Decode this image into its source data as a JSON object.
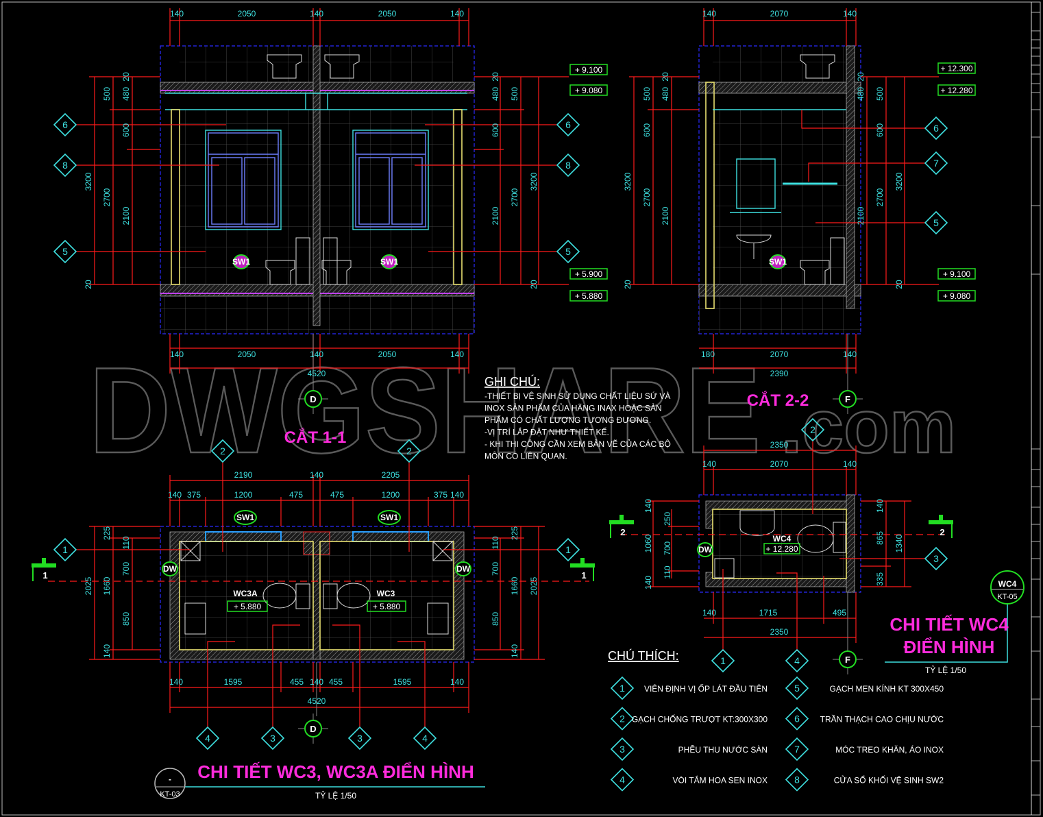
{
  "watermark": {
    "main": "DWGSHARE",
    "suffix": ".com"
  },
  "section_1_1": {
    "title": "CẮT 1-1",
    "grid": "D",
    "window_tags": [
      "SW1",
      "SW1"
    ],
    "top_dims": [
      "140",
      "2050",
      "140",
      "2050",
      "140"
    ],
    "bottom_dims": [
      "140",
      "2050",
      "140",
      "2050",
      "140"
    ],
    "total": "4520",
    "left_dims": [
      "500",
      "480",
      "20",
      "600",
      "2700",
      "3200",
      "2100",
      "20"
    ],
    "right_dims": [
      "480",
      "500",
      "20",
      "600",
      "2700",
      "3200",
      "2100",
      "20"
    ],
    "elevations": [
      "+ 9.100",
      "+ 9.080",
      "+ 5.900",
      "+ 5.880"
    ],
    "tags_left": [
      "6",
      "8",
      "5"
    ],
    "tags_right": [
      "6",
      "8",
      "5"
    ]
  },
  "section_2_2": {
    "title": "CẮT 2-2",
    "grid": "F",
    "window_tag": "SW1",
    "top_dims": [
      "140",
      "2070",
      "140"
    ],
    "bottom_dims": [
      "180",
      "2070",
      "140"
    ],
    "total": "2390",
    "left_dims": [
      "500",
      "480",
      "20",
      "600",
      "2700",
      "3200",
      "2100",
      "20"
    ],
    "right_dims": [
      "480",
      "500",
      "20",
      "600",
      "2700",
      "3200",
      "2100",
      "20"
    ],
    "elevations": [
      "+ 12.300",
      "+ 12.280",
      "+ 9.100",
      "+ 9.080"
    ],
    "tags": [
      "6",
      "7",
      "5"
    ]
  },
  "plan_wc3": {
    "title": "CHI TIẾT WC3, WC3A ĐIỂN HÌNH",
    "scale": "TỶ LỆ 1/50",
    "ref_top": "-",
    "ref_sheet": "KT-03",
    "grid": [
      "D",
      "D"
    ],
    "top_dims_1": [
      "2190",
      "140",
      "2205"
    ],
    "top_dims_2": [
      "140",
      "375",
      "1200",
      "475",
      "475",
      "1200",
      "375",
      "140"
    ],
    "left_dims": [
      "2025",
      "225",
      "1660",
      "140",
      "110",
      "700",
      "850"
    ],
    "right_dims": [
      "2025",
      "225",
      "1660",
      "140",
      "110",
      "700",
      "850"
    ],
    "bottom_dims": [
      "140",
      "1595",
      "455",
      "140",
      "455",
      "1595",
      "140"
    ],
    "total": "4520",
    "rooms": [
      "WC3A",
      "WC3"
    ],
    "elevations": [
      "+ 5.880",
      "+ 5.880"
    ],
    "door_tags": [
      "DW",
      "DW"
    ],
    "window_tags": [
      "SW1",
      "SW1"
    ],
    "section_markers": [
      "1",
      "1"
    ],
    "tags_side": [
      "1",
      "1"
    ],
    "tags_top": [
      "2",
      "2"
    ],
    "tags_bottom": [
      "4",
      "3",
      "3",
      "4"
    ]
  },
  "plan_wc4": {
    "title_line1": "CHI TIẾT WC4",
    "title_line2": "ĐIỂN HÌNH",
    "scale": "TỶ LỆ 1/50",
    "ref_top": "WC4",
    "ref_sheet": "KT-05",
    "grid": [
      "F",
      "F"
    ],
    "top_total": "2350",
    "top_dims": [
      "140",
      "2070",
      "140"
    ],
    "left_dims": [
      "140",
      "1060",
      "140",
      "250",
      "700",
      "110"
    ],
    "right_dims": [
      "140",
      "865",
      "335",
      "1340"
    ],
    "bottom_dims": [
      "140",
      "1715",
      "495"
    ],
    "bottom_total": "2350",
    "room": "WC4",
    "elevation": "+ 12.280",
    "door_tag": "DW",
    "section_markers": [
      "2",
      "2"
    ],
    "tags": [
      "2",
      "3",
      "1",
      "4"
    ]
  },
  "notes": {
    "heading": "GHI CHÚ:",
    "lines": [
      "-THIẾT BỊ VỆ SINH SỬ DỤNG CHẤT LIỆU SỨ VÀ",
      "INOX SẢN PHẨM CỦA HÃNG INAX HOẶC SẢN",
      "PHẨM CÓ CHẤT LƯỢNG TƯƠNG ĐƯƠNG.",
      "-VỊ TRÍ LẮP ĐẶT NHƯ THIẾT KẾ.",
      "- KHI THI CÔNG CẦN XEM BẢN VẼ CỦA CÁC BỘ",
      "MÔN CÓ LIÊN QUAN."
    ]
  },
  "legend": {
    "heading": "CHÚ THÍCH:",
    "items": [
      {
        "num": "1",
        "text": "VIÊN ĐỊNH VỊ ỐP LÁT ĐẦU TIÊN"
      },
      {
        "num": "2",
        "text": "GẠCH CHỐNG TRƯỢT KT:300X300"
      },
      {
        "num": "3",
        "text": "PHỄU THU NƯỚC SÀN"
      },
      {
        "num": "4",
        "text": "VÒI TẮM HOA SEN INOX"
      },
      {
        "num": "5",
        "text": "GẠCH MEN KÍNH KT 300X450"
      },
      {
        "num": "6",
        "text": "TRẦN THẠCH CAO CHỊU NƯỚC"
      },
      {
        "num": "7",
        "text": "MÓC TREO KHĂN, ÁO INOX"
      },
      {
        "num": "8",
        "text": "CỬA SỔ KHỐI VỆ SINH SW2"
      }
    ]
  },
  "colors": {
    "background": "#000000",
    "dimension": "#ff1a1a",
    "text": "#3ee0e0",
    "title": "#ff2bdc",
    "elevation_box": "#22dd22"
  }
}
